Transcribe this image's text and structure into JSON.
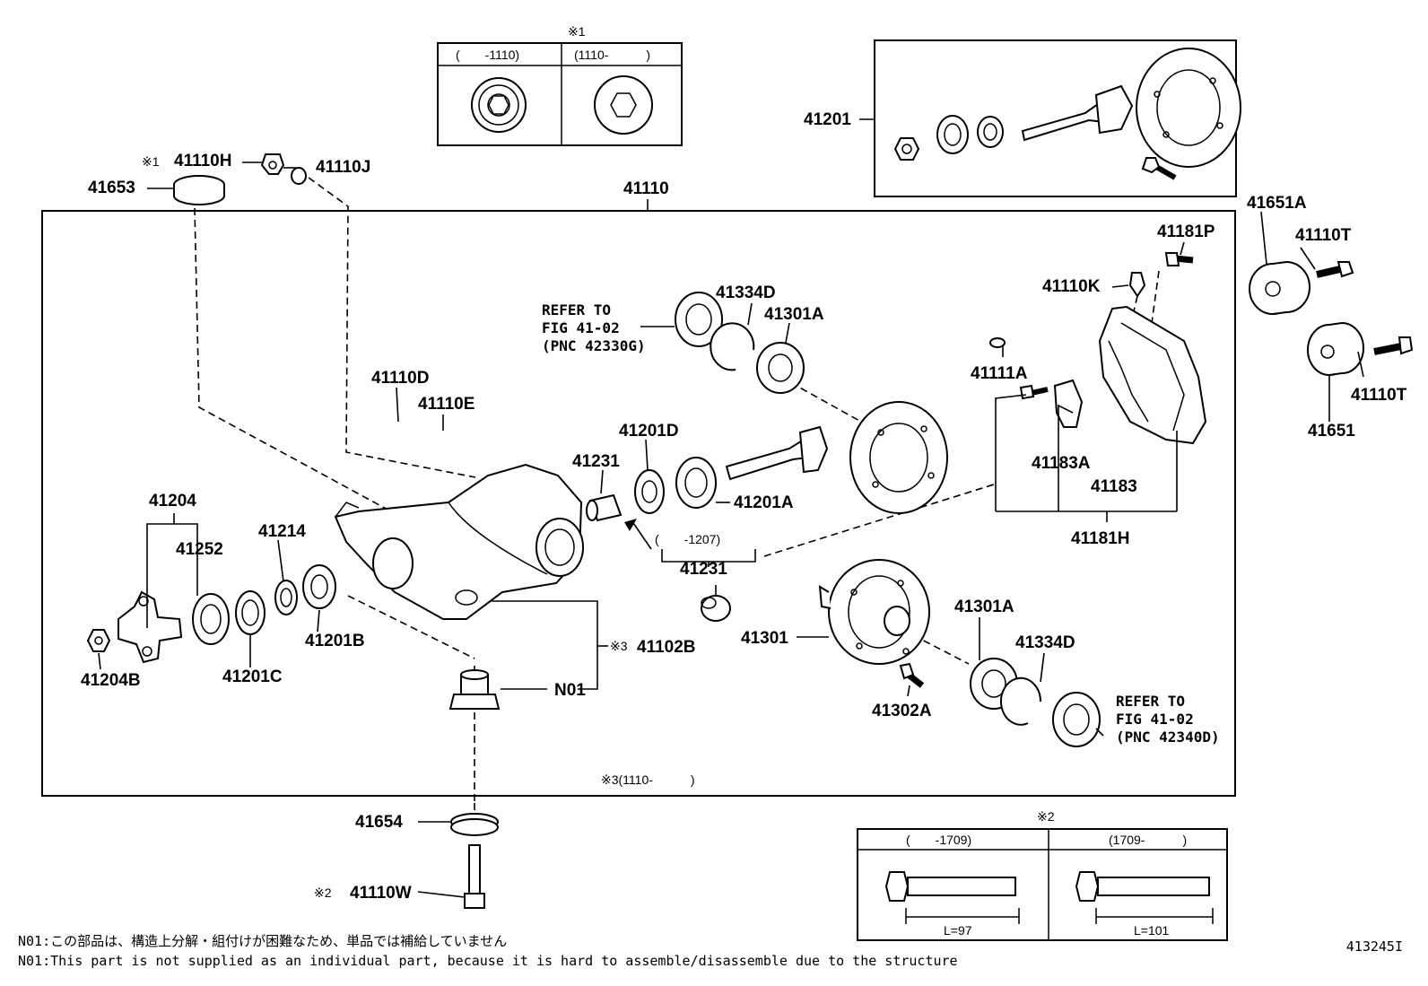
{
  "labels": {
    "p41110": "41110",
    "p41110H": "41110H",
    "mark_41110H": "※1",
    "p41110J": "41110J",
    "p41653": "41653",
    "p41201_top": "41201",
    "p41651A": "41651A",
    "p41110T_a": "41110T",
    "p41110T_b": "41110T",
    "p41651": "41651",
    "p41181P": "41181P",
    "p41110K": "41110K",
    "p41111A": "41111A",
    "p41183A": "41183A",
    "p41183": "41183",
    "p41181H": "41181H",
    "p41334D_a": "41334D",
    "p41301A_a": "41301A",
    "p41110D": "41110D",
    "p41110E": "41110E",
    "p41231_a": "41231",
    "p41201D": "41201D",
    "p41201A": "41201A",
    "p41204": "41204",
    "p41252": "41252",
    "p41214": "41214",
    "p41201B": "41201B",
    "p41201C": "41201C",
    "p41204B": "41204B",
    "p41102B": "41102B",
    "mark_41102B": "※3",
    "pN01": "N01",
    "p41231_b": "41231",
    "p41301": "41301",
    "p41302A": "41302A",
    "p41301A_b": "41301A",
    "p41334D_b": "41334D",
    "p41654": "41654",
    "p41110W": "41110W",
    "mark_41110W": "※2"
  },
  "references": {
    "top": [
      "REFER TO",
      "FIG 41-02",
      "(PNC 42330G)"
    ],
    "bottom": [
      "REFER TO",
      "FIG 41-02",
      "(PNC 42340D)"
    ]
  },
  "inset_1": {
    "mark": "※1",
    "left_header": "(　　-1110)",
    "right_header": "(1110-　　　)"
  },
  "inset_2": {
    "mark": "※2",
    "left_header": "(　　-1709)",
    "right_header": "(1709-　　　)",
    "left_length": "L=97",
    "right_length": "L=101"
  },
  "frame_note": "※3(1110-　　　)",
  "bracket_note": "(　　-1207)",
  "notes": {
    "japanese": "N01:この部品は、構造上分解・組付けが困難なため、単品では補給していません",
    "english": "N01:This part is not supplied as an individual part, because it is hard to assemble/disassemble due to the structure"
  },
  "diagram_id": "413245I"
}
